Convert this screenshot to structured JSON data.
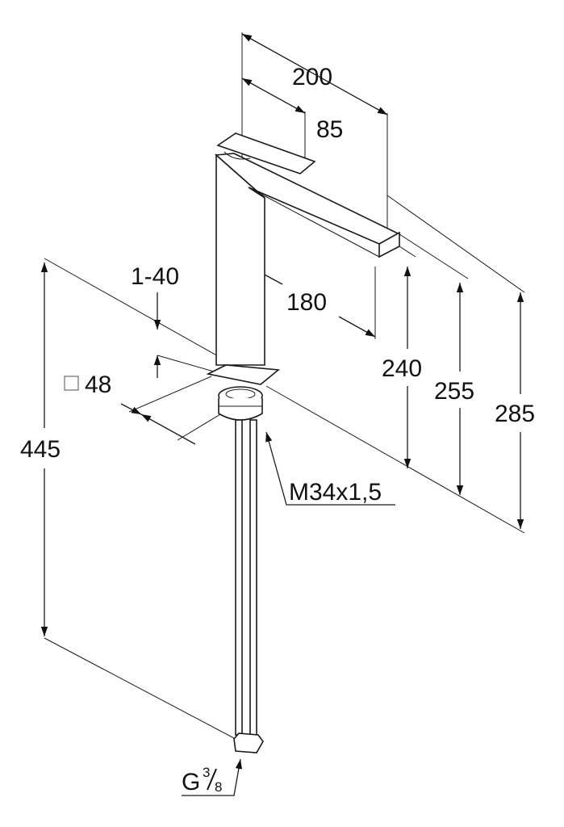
{
  "drawing": {
    "dimensions": {
      "overall_depth": "200",
      "lever_depth": "85",
      "spout_reach": "180",
      "deck_thickness": "1-40",
      "base_square": "48",
      "spout_height": "240",
      "outlet_height": "255",
      "total_height": "285",
      "hose_length": "445",
      "thread": "M34x1,5",
      "connection_prefix": "G",
      "connection_num": "3",
      "connection_den": "8"
    },
    "icons": {
      "base_square": "square-icon"
    }
  }
}
